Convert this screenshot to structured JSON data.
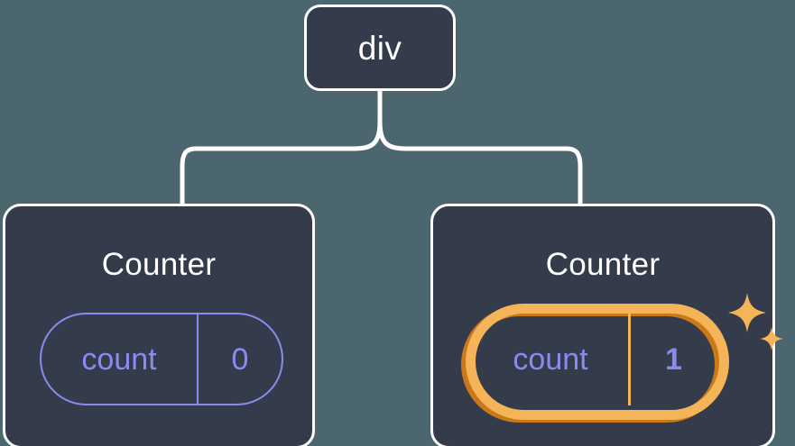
{
  "diagram": {
    "type": "component-tree",
    "background_color": "#4c6670",
    "node_fill_color": "#343b4a",
    "node_border_color": "#fdfdfd",
    "connector_color": "#ffffff",
    "accent_purple": "#8a8af0",
    "highlight_orange_light": "#f5b457",
    "highlight_orange_dark": "#c9781a",
    "root": {
      "title": "div"
    },
    "children": [
      {
        "title": "Counter",
        "state": {
          "key": "count",
          "value": "0",
          "highlighted": false
        }
      },
      {
        "title": "Counter",
        "state": {
          "key": "count",
          "value": "1",
          "highlighted": true,
          "sparkle_icons": [
            "sparkle-large",
            "sparkle-small"
          ]
        }
      }
    ]
  }
}
